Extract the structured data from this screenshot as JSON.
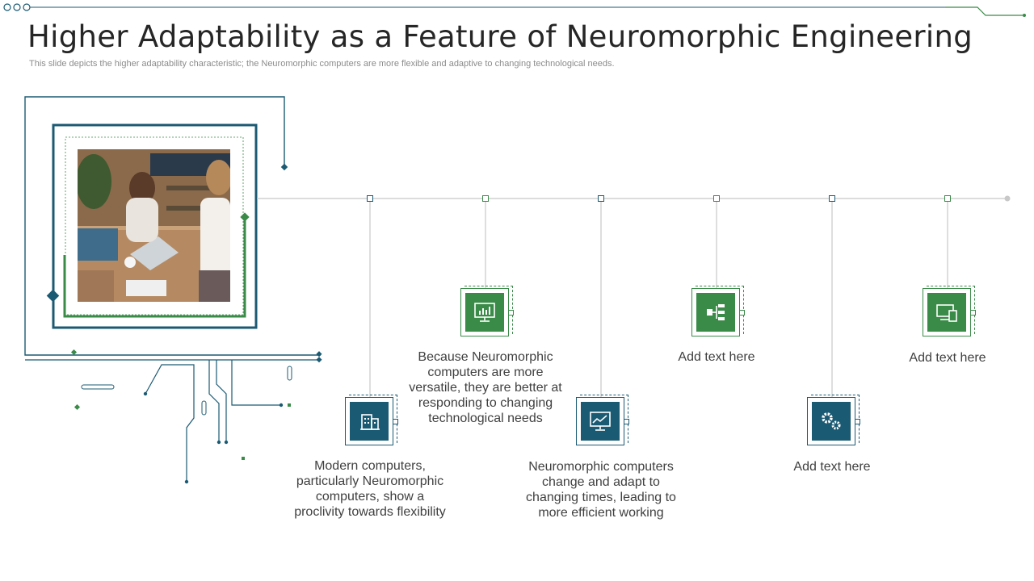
{
  "slide": {
    "title": "Higher Adaptability as a Feature of Neuromorphic Engineering",
    "subtitle": "This slide depicts the higher adaptability characteristic; the Neuromorphic computers are more flexible and adaptive to changing technological needs."
  },
  "photo": {
    "icon": "office-meeting-photo"
  },
  "nodes": [
    {
      "text": "Modern computers, particularly Neuromorphic computers, show a proclivity towards flexibility",
      "icon": "building-icon",
      "color": "#1b5a73"
    },
    {
      "text": "Because Neuromorphic computers are more versatile, they are better at responding to changing technological needs",
      "icon": "monitor-chart-icon",
      "color": "#3a8a48"
    },
    {
      "text": "Neuromorphic computers change and adapt to changing times, leading to more efficient working",
      "icon": "monitor-trend-icon",
      "color": "#1b5a73"
    },
    {
      "text": "Add text here",
      "icon": "hierarchy-icon",
      "color": "#3a8a48"
    },
    {
      "text": "Add text here",
      "icon": "gears-icon",
      "color": "#1b5a73"
    },
    {
      "text": "Add text here",
      "icon": "devices-icon",
      "color": "#3a8a48"
    }
  ],
  "colors": {
    "teal": "#1b5a73",
    "green": "#3a8a48",
    "line": "#c8c8c8"
  }
}
